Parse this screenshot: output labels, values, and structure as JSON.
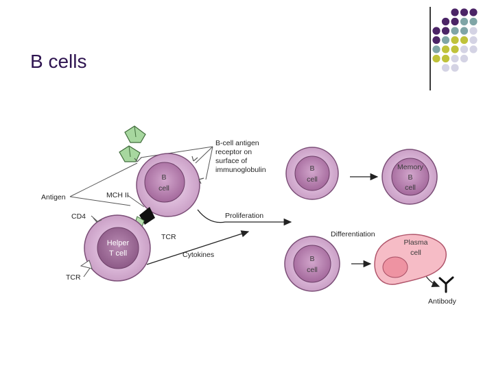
{
  "slide": {
    "title": "B cells"
  },
  "decor": {
    "dot_colors": {
      "purple": "#4b2466",
      "teal": "#7fa5a6",
      "olive": "#bfc23a",
      "lavender": "#d4d3e4"
    }
  },
  "diagram": {
    "antigen_label": "Antigen",
    "bcr_label_lines": [
      "B-cell antigen",
      "receptor on",
      "surface of",
      "immunoglobulin"
    ],
    "mhc_label": "MCH II",
    "cd4_label": "CD4",
    "tcr_label_1": "TCR",
    "tcr_label_2": "TCR",
    "b_cell_label": [
      "B",
      "cell"
    ],
    "helper_label": [
      "Helper",
      "T cell"
    ],
    "proliferation_label": "Proliferation",
    "cytokines_label": "Cytokines",
    "differentiation_label": "Differentiation",
    "b_cell_top_label": [
      "B",
      "cell"
    ],
    "memory_label": [
      "Memory",
      "B",
      "cell"
    ],
    "b_cell_bottom_label": [
      "B",
      "cell"
    ],
    "plasma_label": [
      "Plasma",
      "cell"
    ],
    "antibody_label": "Antibody"
  }
}
